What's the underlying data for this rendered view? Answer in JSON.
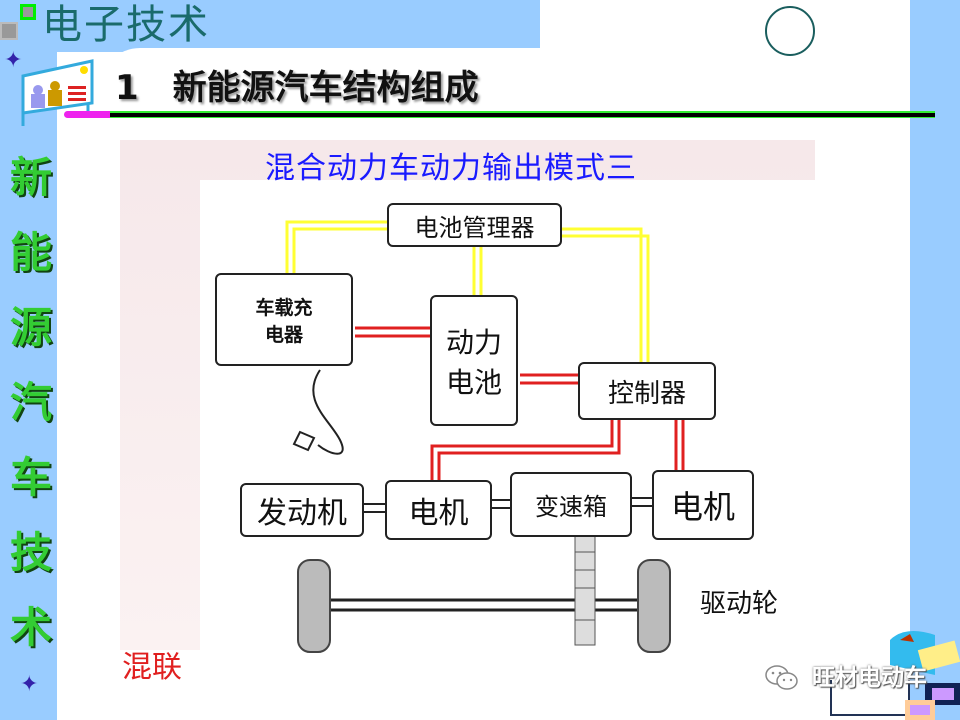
{
  "header": {
    "course": "电子技术",
    "slide_title": "1　新能源汽车结构组成"
  },
  "sidebar": {
    "letters": [
      "新",
      "能",
      "源",
      "汽",
      "车",
      "技",
      "术"
    ]
  },
  "diagram": {
    "title": "混合动力车动力输出模式三",
    "boxes": {
      "bms": "电池管理器",
      "charger": "车载充电器",
      "battery": "动力电池",
      "controller": "控制器",
      "engine": "发动机",
      "motor1": "电机",
      "gearbox": "变速箱",
      "motor2": "电机"
    },
    "wheel_label": "驱动轮",
    "mode_label": "混联"
  },
  "watermark": "旺材电动车",
  "colors": {
    "bg": "#99ccff",
    "signal": "#ffff33",
    "power": "#e02020",
    "accent": "#33cc33"
  }
}
